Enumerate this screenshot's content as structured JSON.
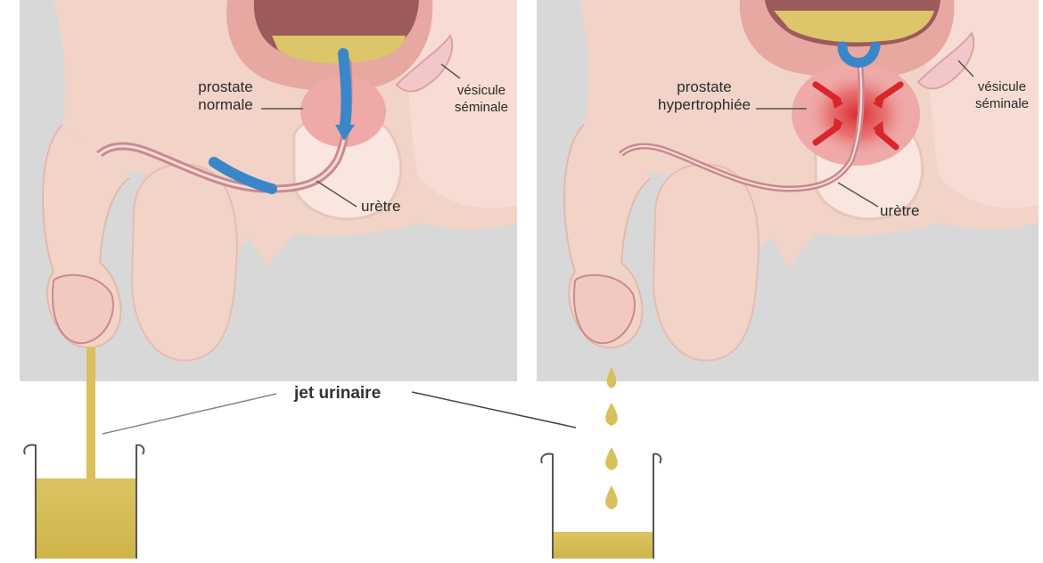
{
  "left_panel": {
    "prostate_label_line1": "prostate",
    "prostate_label_line2": "normale",
    "vesicle_label_line1": "vésicule",
    "vesicle_label_line2": "séminale",
    "urethra_label": "urètre"
  },
  "right_panel": {
    "prostate_label_line1": "prostate",
    "prostate_label_line2": "hypertrophiée",
    "vesicle_label_line1": "vésicule",
    "vesicle_label_line2": "séminale",
    "urethra_label": "urètre"
  },
  "shared": {
    "stream_label": "jet urinaire"
  },
  "colors": {
    "panel_bg": "#d8d8d8",
    "tissue": "#f2d3c8",
    "tissue_dark": "#e8b5a8",
    "bladder": "#e6a8a0",
    "prostate": "#eea9a8",
    "urethra": "#c98a8f",
    "urine": "#d9c05a",
    "flow_arrow": "#3b86c8",
    "compression": "#d8262a"
  }
}
